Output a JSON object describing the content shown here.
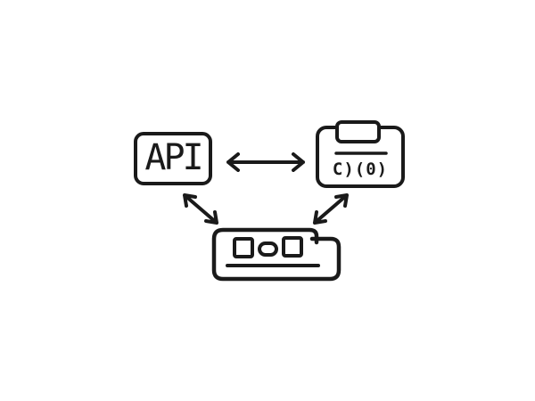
{
  "canvas": {
    "background_color": "#ffffff",
    "ink_color": "#1a1a1a"
  },
  "diagram": {
    "nodes": {
      "api": {
        "label": "API"
      },
      "code_card": {
        "icon": "code-card-icon",
        "glyphs": "C)(0)"
      },
      "browser": {
        "icon": "browser-window-icon"
      }
    },
    "connections": [
      {
        "from": "api",
        "to": "code_card",
        "style": "double-headed-arrow"
      },
      {
        "from": "api",
        "to": "browser",
        "style": "double-headed-arrow"
      },
      {
        "from": "code_card",
        "to": "browser",
        "style": "double-headed-arrow"
      }
    ]
  }
}
